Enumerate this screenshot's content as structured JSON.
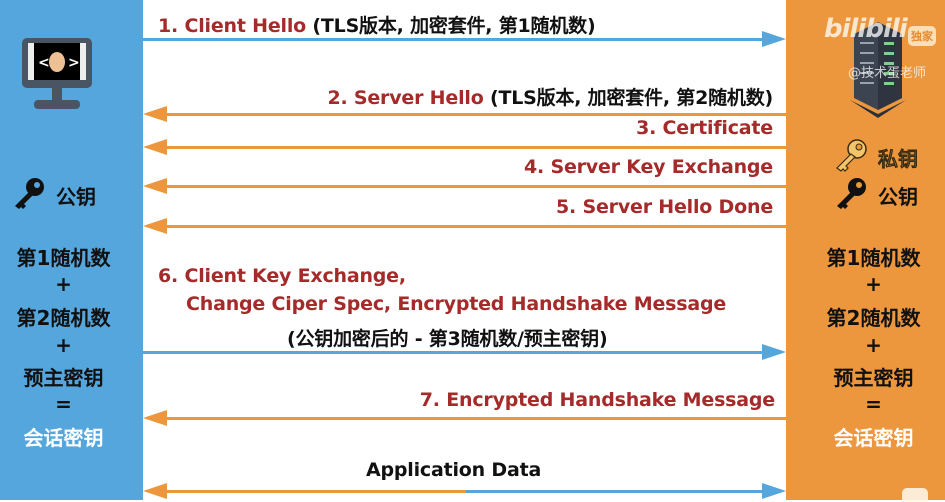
{
  "client": {
    "icon": "monitor-code-icon",
    "public_key_label": "公钥",
    "formula": [
      "第1随机数",
      "+",
      "第2随机数",
      "+",
      "预主密钥",
      "=",
      "会话密钥"
    ]
  },
  "server": {
    "icon": "server-rack-icon",
    "private_key_label": "私钥",
    "public_key_label": "公钥",
    "formula": [
      "第1随机数",
      "+",
      "第2随机数",
      "+",
      "预主密钥",
      "=",
      "会话密钥"
    ]
  },
  "messages": [
    {
      "step": "1. Client Hello",
      "detail": "(TLS版本, 加密套件, 第1随机数)",
      "direction": "client-to-server"
    },
    {
      "step": "2. Server Hello",
      "detail": "(TLS版本, 加密套件, 第2随机数)",
      "direction": "server-to-client"
    },
    {
      "step": "3. Certificate",
      "direction": "server-to-client"
    },
    {
      "step": "4. Server Key Exchange",
      "direction": "server-to-client"
    },
    {
      "step": "5. Server Hello Done",
      "direction": "server-to-client"
    },
    {
      "step": "6. Client Key Exchange,",
      "step_line2": "Change Ciper Spec,  Encrypted Handshake Message",
      "detail": "(公钥加密后的 - 第3随机数/预主密钥)",
      "direction": "client-to-server"
    },
    {
      "step": "7. Encrypted Handshake Message",
      "direction": "server-to-client"
    },
    {
      "label": "Application Data",
      "direction": "bidirectional"
    }
  ],
  "watermark": {
    "brand": "bilibili",
    "badge": "独家",
    "author": "@技术蛋老师"
  },
  "colors": {
    "client": "#55a6dc",
    "server": "#ec973e",
    "step_text": "#a52a2a",
    "session_key": "#ffffff"
  }
}
